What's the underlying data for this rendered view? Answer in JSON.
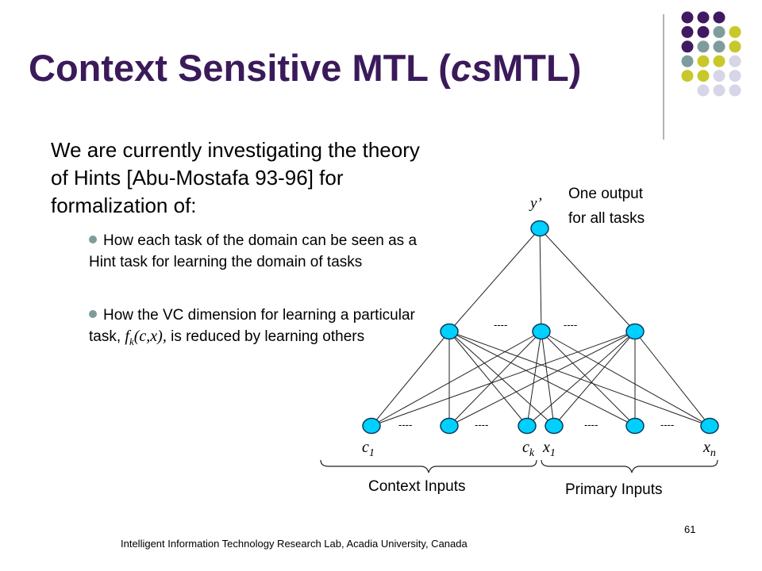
{
  "slide": {
    "title_prefix": "Context Sensitive MTL (",
    "title_italic": "cs",
    "title_suffix": "MTL)",
    "intro": "We are currently investigating the theory of Hints [Abu-Mostafa 93-96] for formalization of:",
    "bullets": [
      {
        "text": "How each task of the domain can be seen as a Hint task for learning  the domain of tasks"
      },
      {
        "text_before": "How the VC dimension for learning a particular task, ",
        "func": "f",
        "func_sub": "k",
        "func_args": "(c,x),",
        "text_after": " is reduced by learning others"
      }
    ],
    "footer": "Intelligent  Information Technology Research Lab,   Acadia University, Canada",
    "page_number": "61"
  },
  "diagram": {
    "output_label": "y’",
    "output_note_line1": "One output",
    "output_note_line2": "for all tasks",
    "ellipsis": "----",
    "input_labels": {
      "c1": "c",
      "c1_sub": "1",
      "ck": "c",
      "ck_sub": "k",
      "x1": "x",
      "x1_sub": "1",
      "xn": "x",
      "xn_sub": "n"
    },
    "group_labels": {
      "context": "Context Inputs",
      "primary": "Primary Inputs"
    }
  },
  "colors": {
    "title": "#3b1a5a",
    "node_fill": "#00d0ff",
    "node_stroke": "#0a3a5a",
    "deco_purple": "#3f1a62",
    "deco_teal": "#7f9c9c",
    "deco_yellow": "#c8c82a",
    "deco_lavender": "#d6d6e8"
  },
  "decoration_grid": [
    [
      "deco_purple",
      "deco_purple",
      "deco_purple"
    ],
    [
      "deco_purple",
      "deco_purple",
      "deco_teal",
      "deco_yellow"
    ],
    [
      "deco_purple",
      "deco_teal",
      "deco_teal",
      "deco_yellow"
    ],
    [
      "deco_teal",
      "deco_yellow",
      "deco_yellow",
      "deco_lavender"
    ],
    [
      "deco_yellow",
      "deco_yellow",
      "deco_lavender",
      "deco_lavender"
    ],
    [
      "deco_lavender",
      "deco_lavender",
      "deco_lavender"
    ]
  ]
}
